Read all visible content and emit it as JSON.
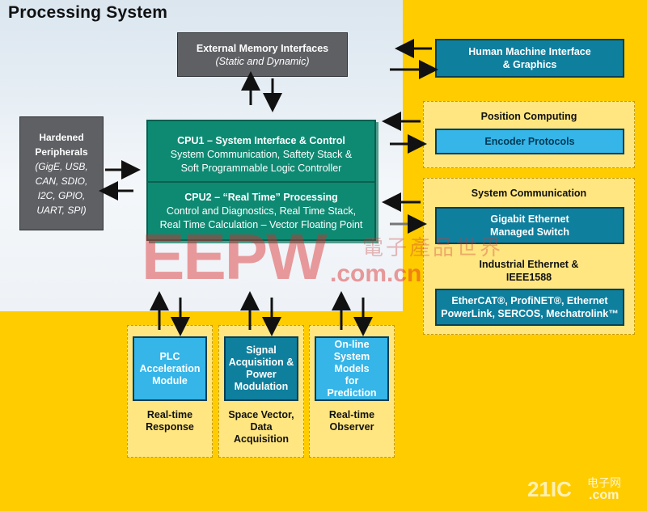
{
  "title": "Processing System",
  "external_memory": {
    "line1": "External Memory Interfaces",
    "line2": "(Static and Dynamic)"
  },
  "hardened": {
    "line1": "Hardened",
    "line2": "Peripherals",
    "line3": "(GigE, USB,",
    "line4": "CAN, SDIO,",
    "line5": "I2C, GPIO,",
    "line6": "UART, SPI)"
  },
  "cpu1": {
    "title": "CPU1 – System Interface & Control",
    "line2": "System Communication, Saftety Stack &",
    "line3": "Soft Programmable Logic Controller"
  },
  "cpu2": {
    "title": "CPU2 – “Real Time” Processing",
    "line2": "Control and Diagnostics, Real Time Stack,",
    "line3": "Real Time Calculation – Vector Floating Point"
  },
  "hmi": {
    "line1": "Human Machine Interface",
    "line2": "& Graphics"
  },
  "position": {
    "header": "Position Computing",
    "encoder": "Encoder Protocols"
  },
  "syscomm": {
    "header": "System Communication",
    "gige_line1": "Gigabit Ethernet",
    "gige_line2": "Managed Switch",
    "industrial_line1": "Industrial Ethernet &",
    "industrial_line2": "IEEE1588",
    "ethercat_line1": "EtherCAT®, ProfiNET®, Ethernet",
    "ethercat_line2": "PowerLink, SERCOS, Mechatrolink™"
  },
  "modules": [
    {
      "l1": "PLC",
      "l2": "Acceleration",
      "l3": "Module",
      "l4": "",
      "c1": "Real-time",
      "c2": "Response",
      "c3": ""
    },
    {
      "l1": "Signal",
      "l2": "Acquisition &",
      "l3": "Power",
      "l4": "Modulation",
      "c1": "Space Vector,",
      "c2": "Data",
      "c3": "Acquisition"
    },
    {
      "l1": "On-line",
      "l2": "System Models",
      "l3": "for",
      "l4": "Prediction",
      "c1": "Real-time",
      "c2": "Observer",
      "c3": ""
    }
  ],
  "watermark": {
    "main": "EEPW",
    "sub": ".com.cn",
    "cn": "電子產品世界",
    "corner": "21IC",
    "corner_cn": "电子网",
    "corner_com": ".com"
  },
  "colors": {
    "background": "#ffcc00",
    "processing_region": "#e8eff5",
    "cpu": "#0e8a73",
    "teal": "#0f7f9e",
    "sky": "#35b5e8",
    "dark": "#5e6064"
  }
}
